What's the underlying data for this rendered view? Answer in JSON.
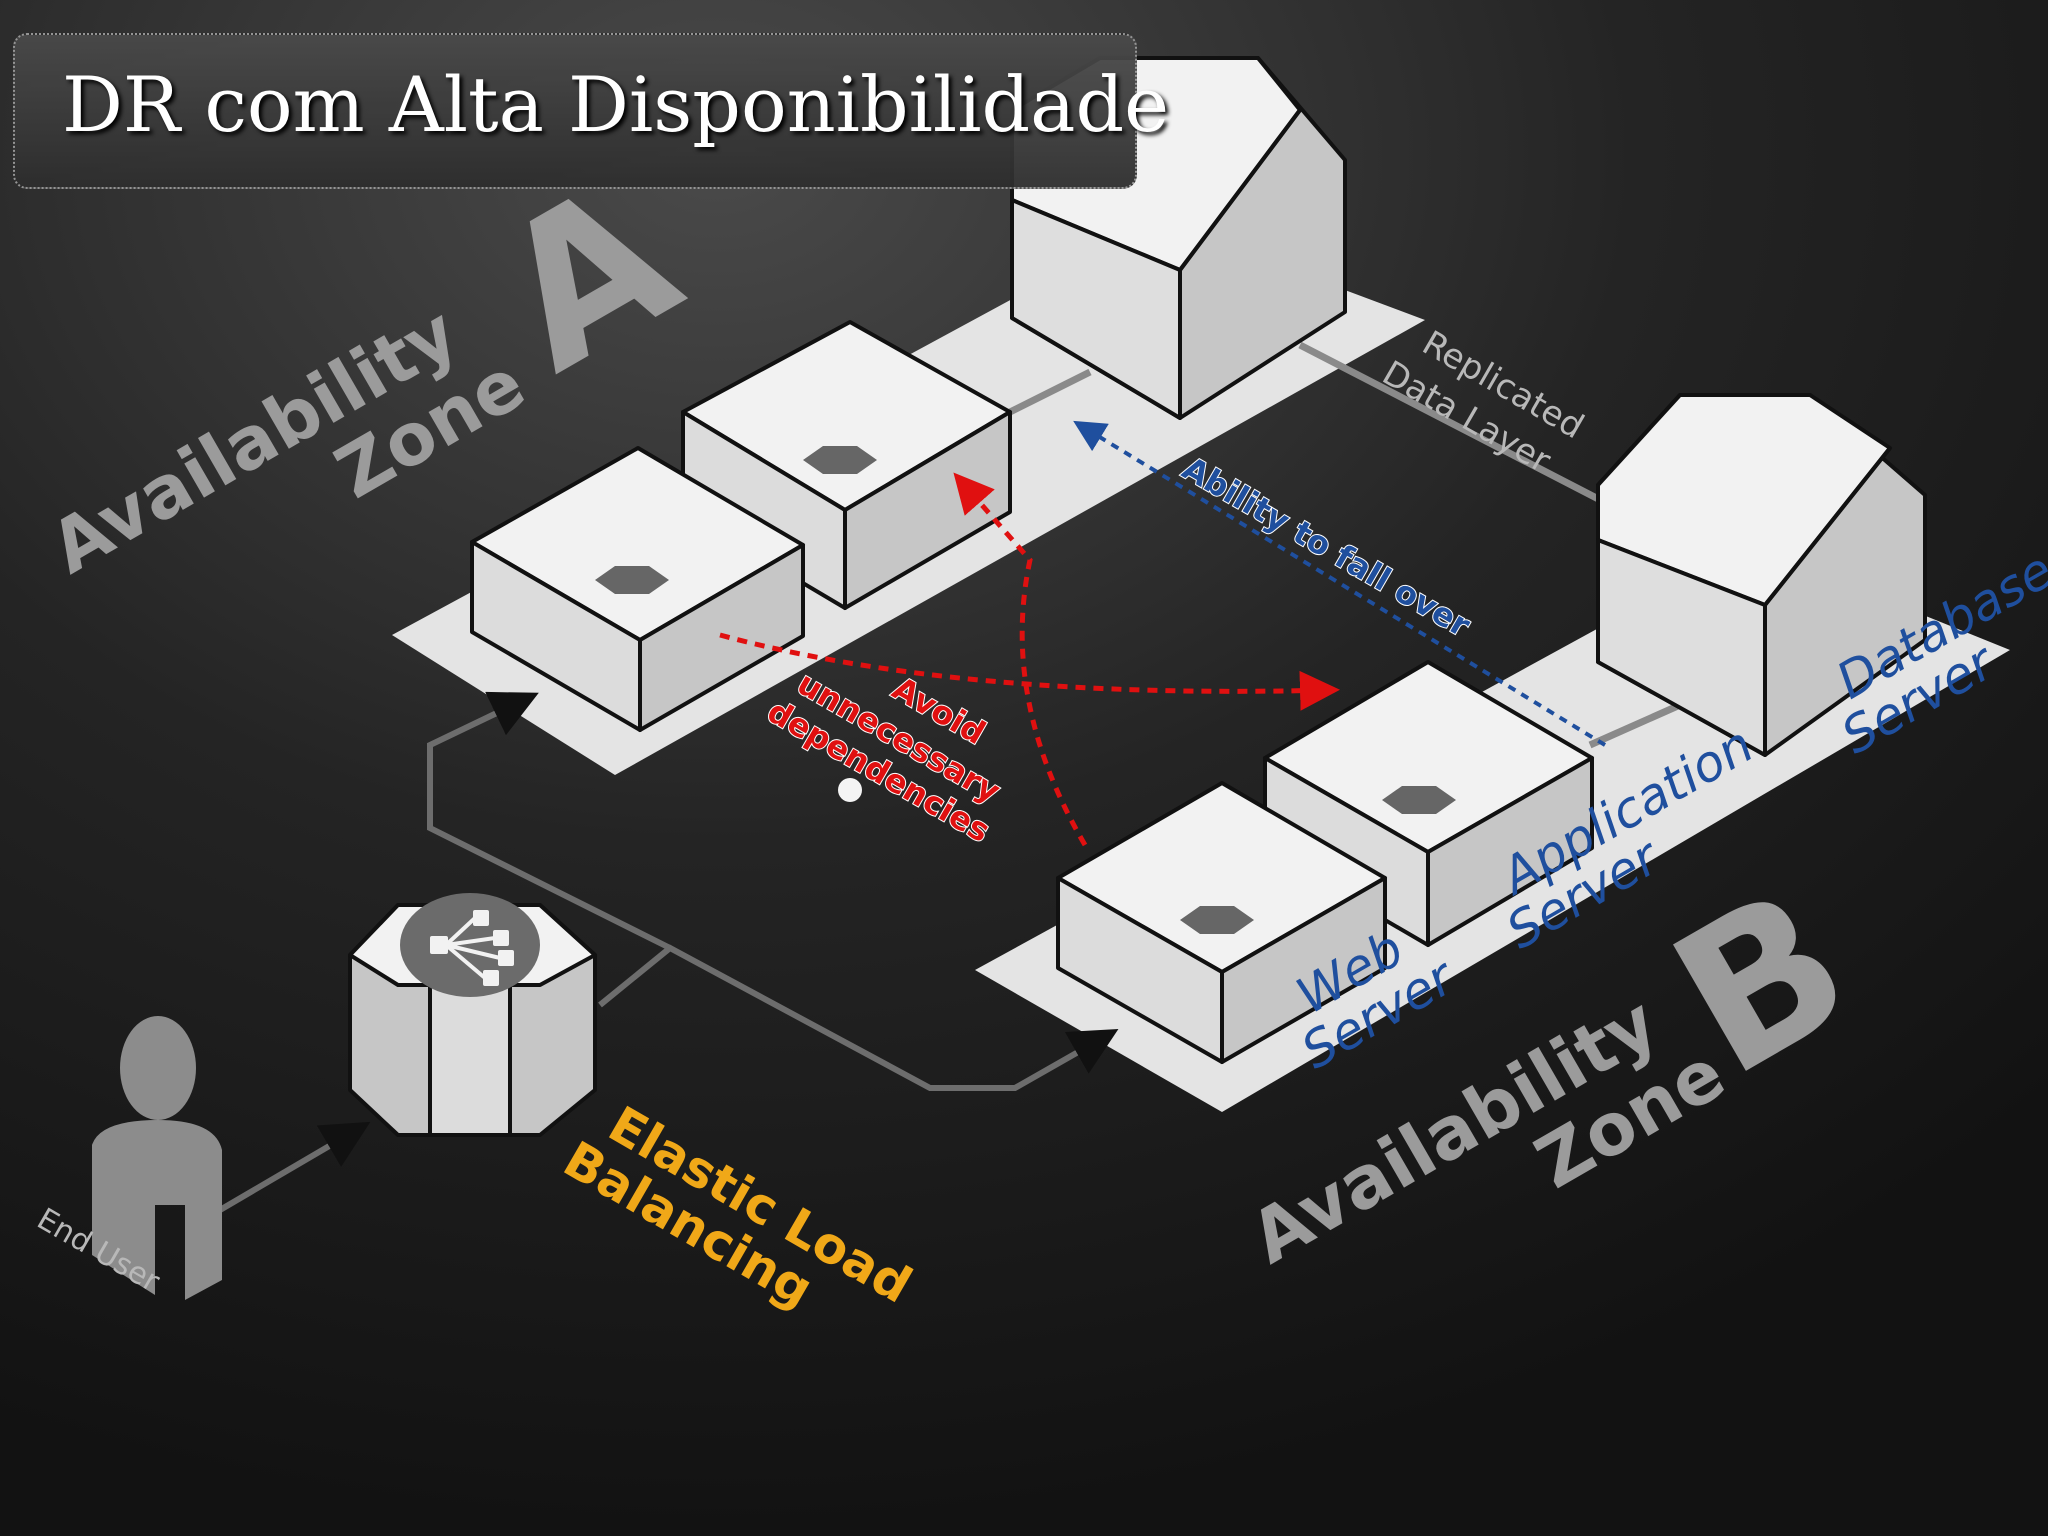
{
  "title": "DR com Alta Disponibilidade",
  "diagram": {
    "zone_a": {
      "label_word": "Availability",
      "label_zone": "Zone",
      "letter": "A"
    },
    "zone_b": {
      "label_word": "Availability",
      "label_zone": "Zone",
      "letter": "B"
    },
    "replicated_line1": "Replicated",
    "replicated_line2": "Data Layer",
    "failover": "Ability to fall over",
    "avoid_line1": "Avoid",
    "avoid_line2": "unnecessary",
    "avoid_line3": "dependencies",
    "web_line1": "Web",
    "web_line2": "Server",
    "app_line1": "Application",
    "app_line2": "Server",
    "db_line1": "Database",
    "db_line2": "Server",
    "elb_line1": "Elastic Load",
    "elb_line2": "Balancing",
    "end_user": "End User"
  },
  "colors": {
    "background": "#161616",
    "zone_text": "#9b9b9b",
    "blue_label": "#1f4f9e",
    "red_arrow": "#e01010",
    "elb_label": "#f0a818",
    "box_face_top": "#f2f2f2",
    "box_face_side": "#c6c6c6"
  },
  "icons": [
    "user-icon",
    "load-balancer-icon",
    "server-box-icon",
    "database-icon"
  ]
}
